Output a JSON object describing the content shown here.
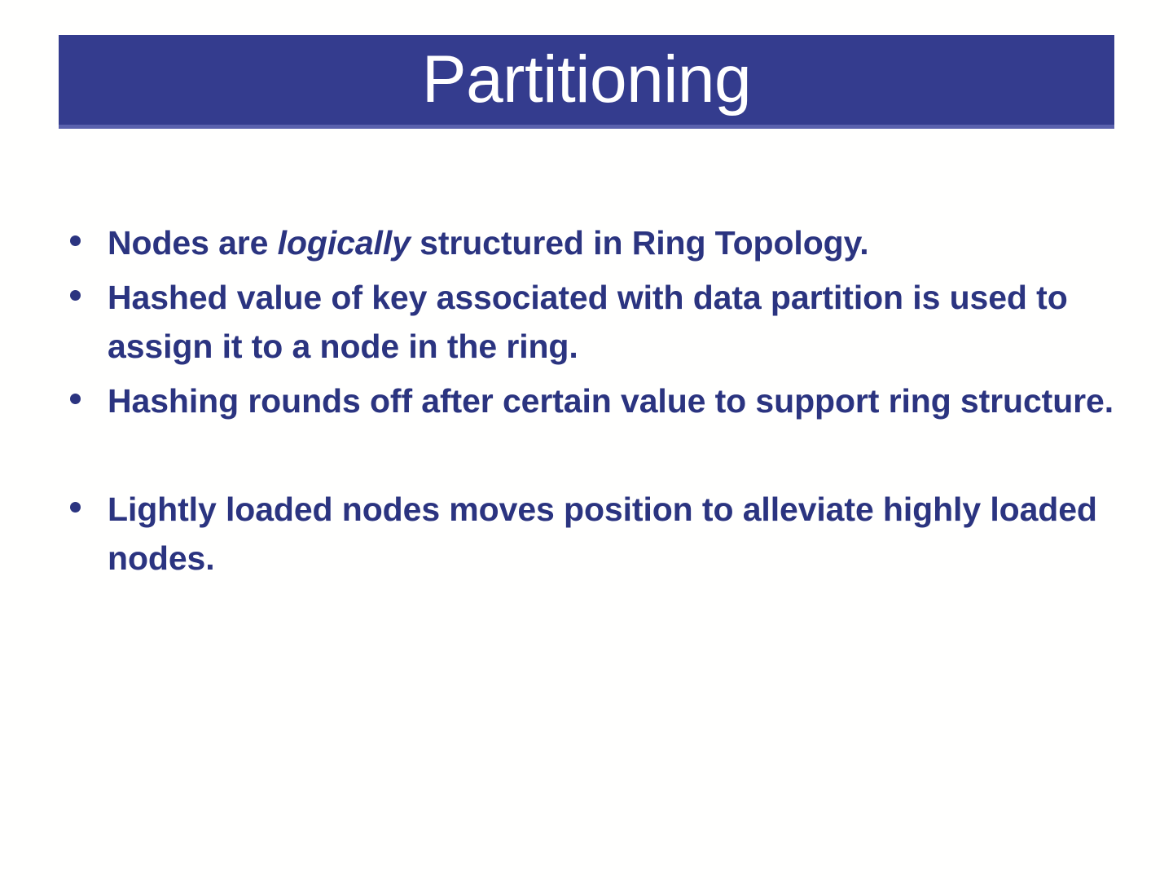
{
  "slide": {
    "background_color": "#ffffff",
    "title": {
      "text": "Partitioning",
      "color": "#ffffff",
      "banner_color": "#343C8E",
      "banner_accent_color": "#5a61ad"
    },
    "body": {
      "text_color": "#2B3480",
      "bullets": [
        {
          "id": "bullet-ring-topology",
          "parts": [
            {
              "text": "Nodes are ",
              "style": "normal"
            },
            {
              "text": "logically",
              "style": "italic"
            },
            {
              "text": " structured in Ring Topology.",
              "style": "normal"
            }
          ],
          "plain": "Nodes are logically structured in Ring Topology.",
          "spaced_above": false
        },
        {
          "id": "bullet-hashed-value",
          "parts": [
            {
              "text": "Hashed value of key associated with data partition is used to assign it to a node in the ring.",
              "style": "normal"
            }
          ],
          "plain": "Hashed value of key associated with data partition is used to assign it to a node in the ring.",
          "spaced_above": false
        },
        {
          "id": "bullet-hashing-rounds",
          "parts": [
            {
              "text": "Hashing rounds off after certain value to support ring structure.",
              "style": "normal"
            }
          ],
          "plain": "Hashing rounds off after certain value to support ring structure.",
          "spaced_above": false
        },
        {
          "id": "bullet-lightly-loaded",
          "parts": [
            {
              "text": "Lightly loaded nodes moves position to alleviate highly loaded nodes.",
              "style": "normal"
            }
          ],
          "plain": "Lightly loaded nodes moves position to alleviate highly loaded nodes.",
          "spaced_above": true
        }
      ],
      "bullet_marker_glyph": "•"
    }
  }
}
